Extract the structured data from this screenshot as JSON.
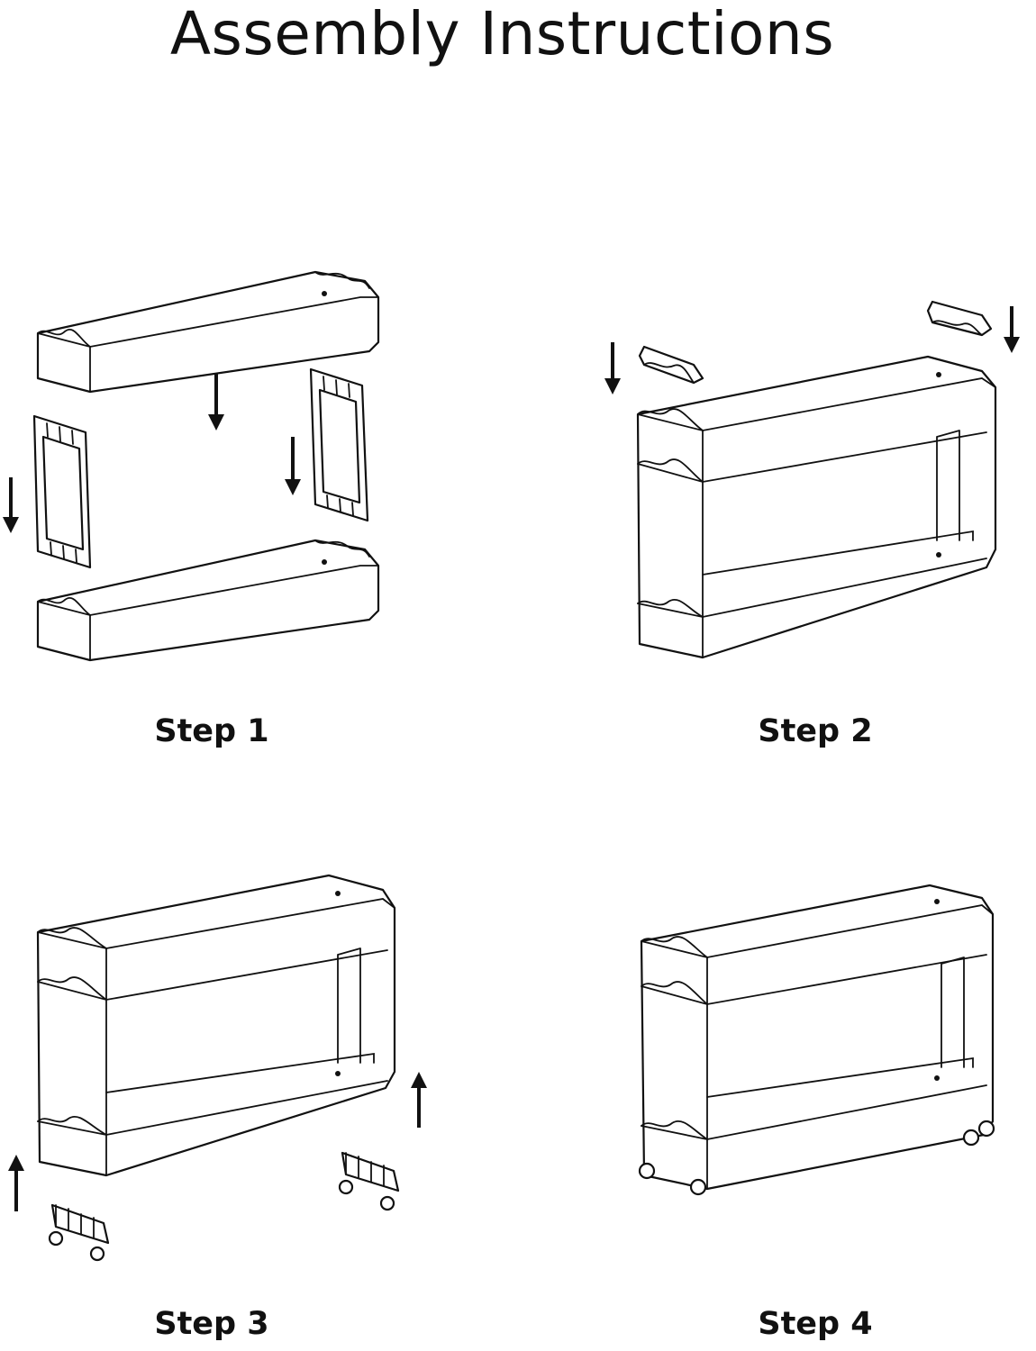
{
  "header": {
    "title": "Assembly Instructions"
  },
  "steps": [
    {
      "label": "Step 1"
    },
    {
      "label": "Step 2"
    },
    {
      "label": "Step 3"
    },
    {
      "label": "Step 4"
    }
  ]
}
